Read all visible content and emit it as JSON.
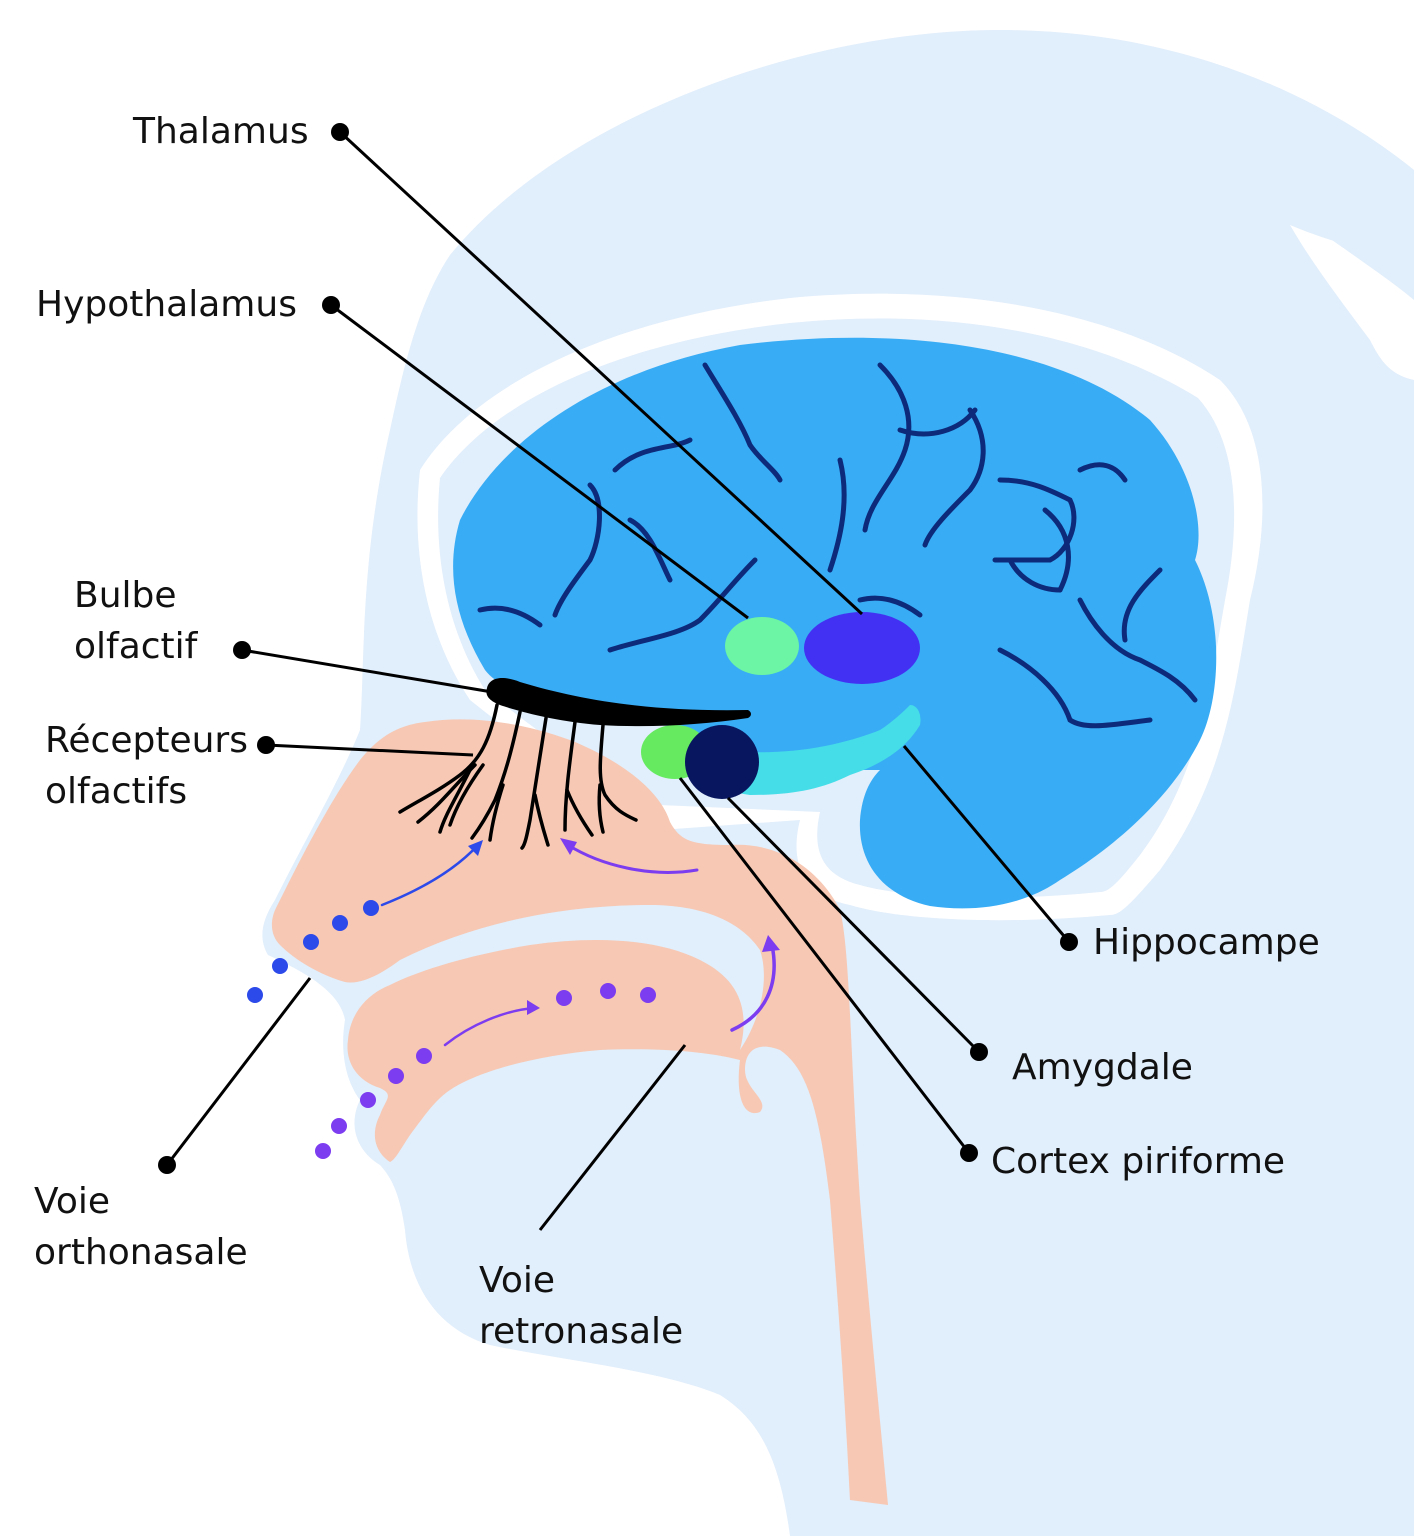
{
  "colors": {
    "head": "#e1eefb",
    "skull_gap": "#ffffff",
    "brain": "#38acf5",
    "sulci": "#0d2a7a",
    "hypothalamus": "#6cf5a4",
    "thalamus": "#4231f2",
    "hippocampus": "#44dde8",
    "piriform_cortex": "#66ea60",
    "amygdala": "#081660",
    "olfactory_bulb": "#000000",
    "nasal_passage": "#f7c8b3",
    "odor_dots_ortho": "#2c49ea",
    "odor_dots_retro": "#7c3cf0",
    "leader_lines": "#000000"
  },
  "labels": {
    "thalamus": "Thalamus",
    "hypothalamus": "Hypothalamus",
    "bulbe": [
      "Bulbe",
      "olfactif"
    ],
    "recepteurs": [
      "Récepteurs",
      "olfactifs"
    ],
    "hippocampe": "Hippocampe",
    "amygdale": "Amygdale",
    "cortex": "Cortex piriforme",
    "orthonasale": [
      "Voie",
      "orthonasale"
    ],
    "retronasale": [
      "Voie",
      "retronasale"
    ]
  }
}
